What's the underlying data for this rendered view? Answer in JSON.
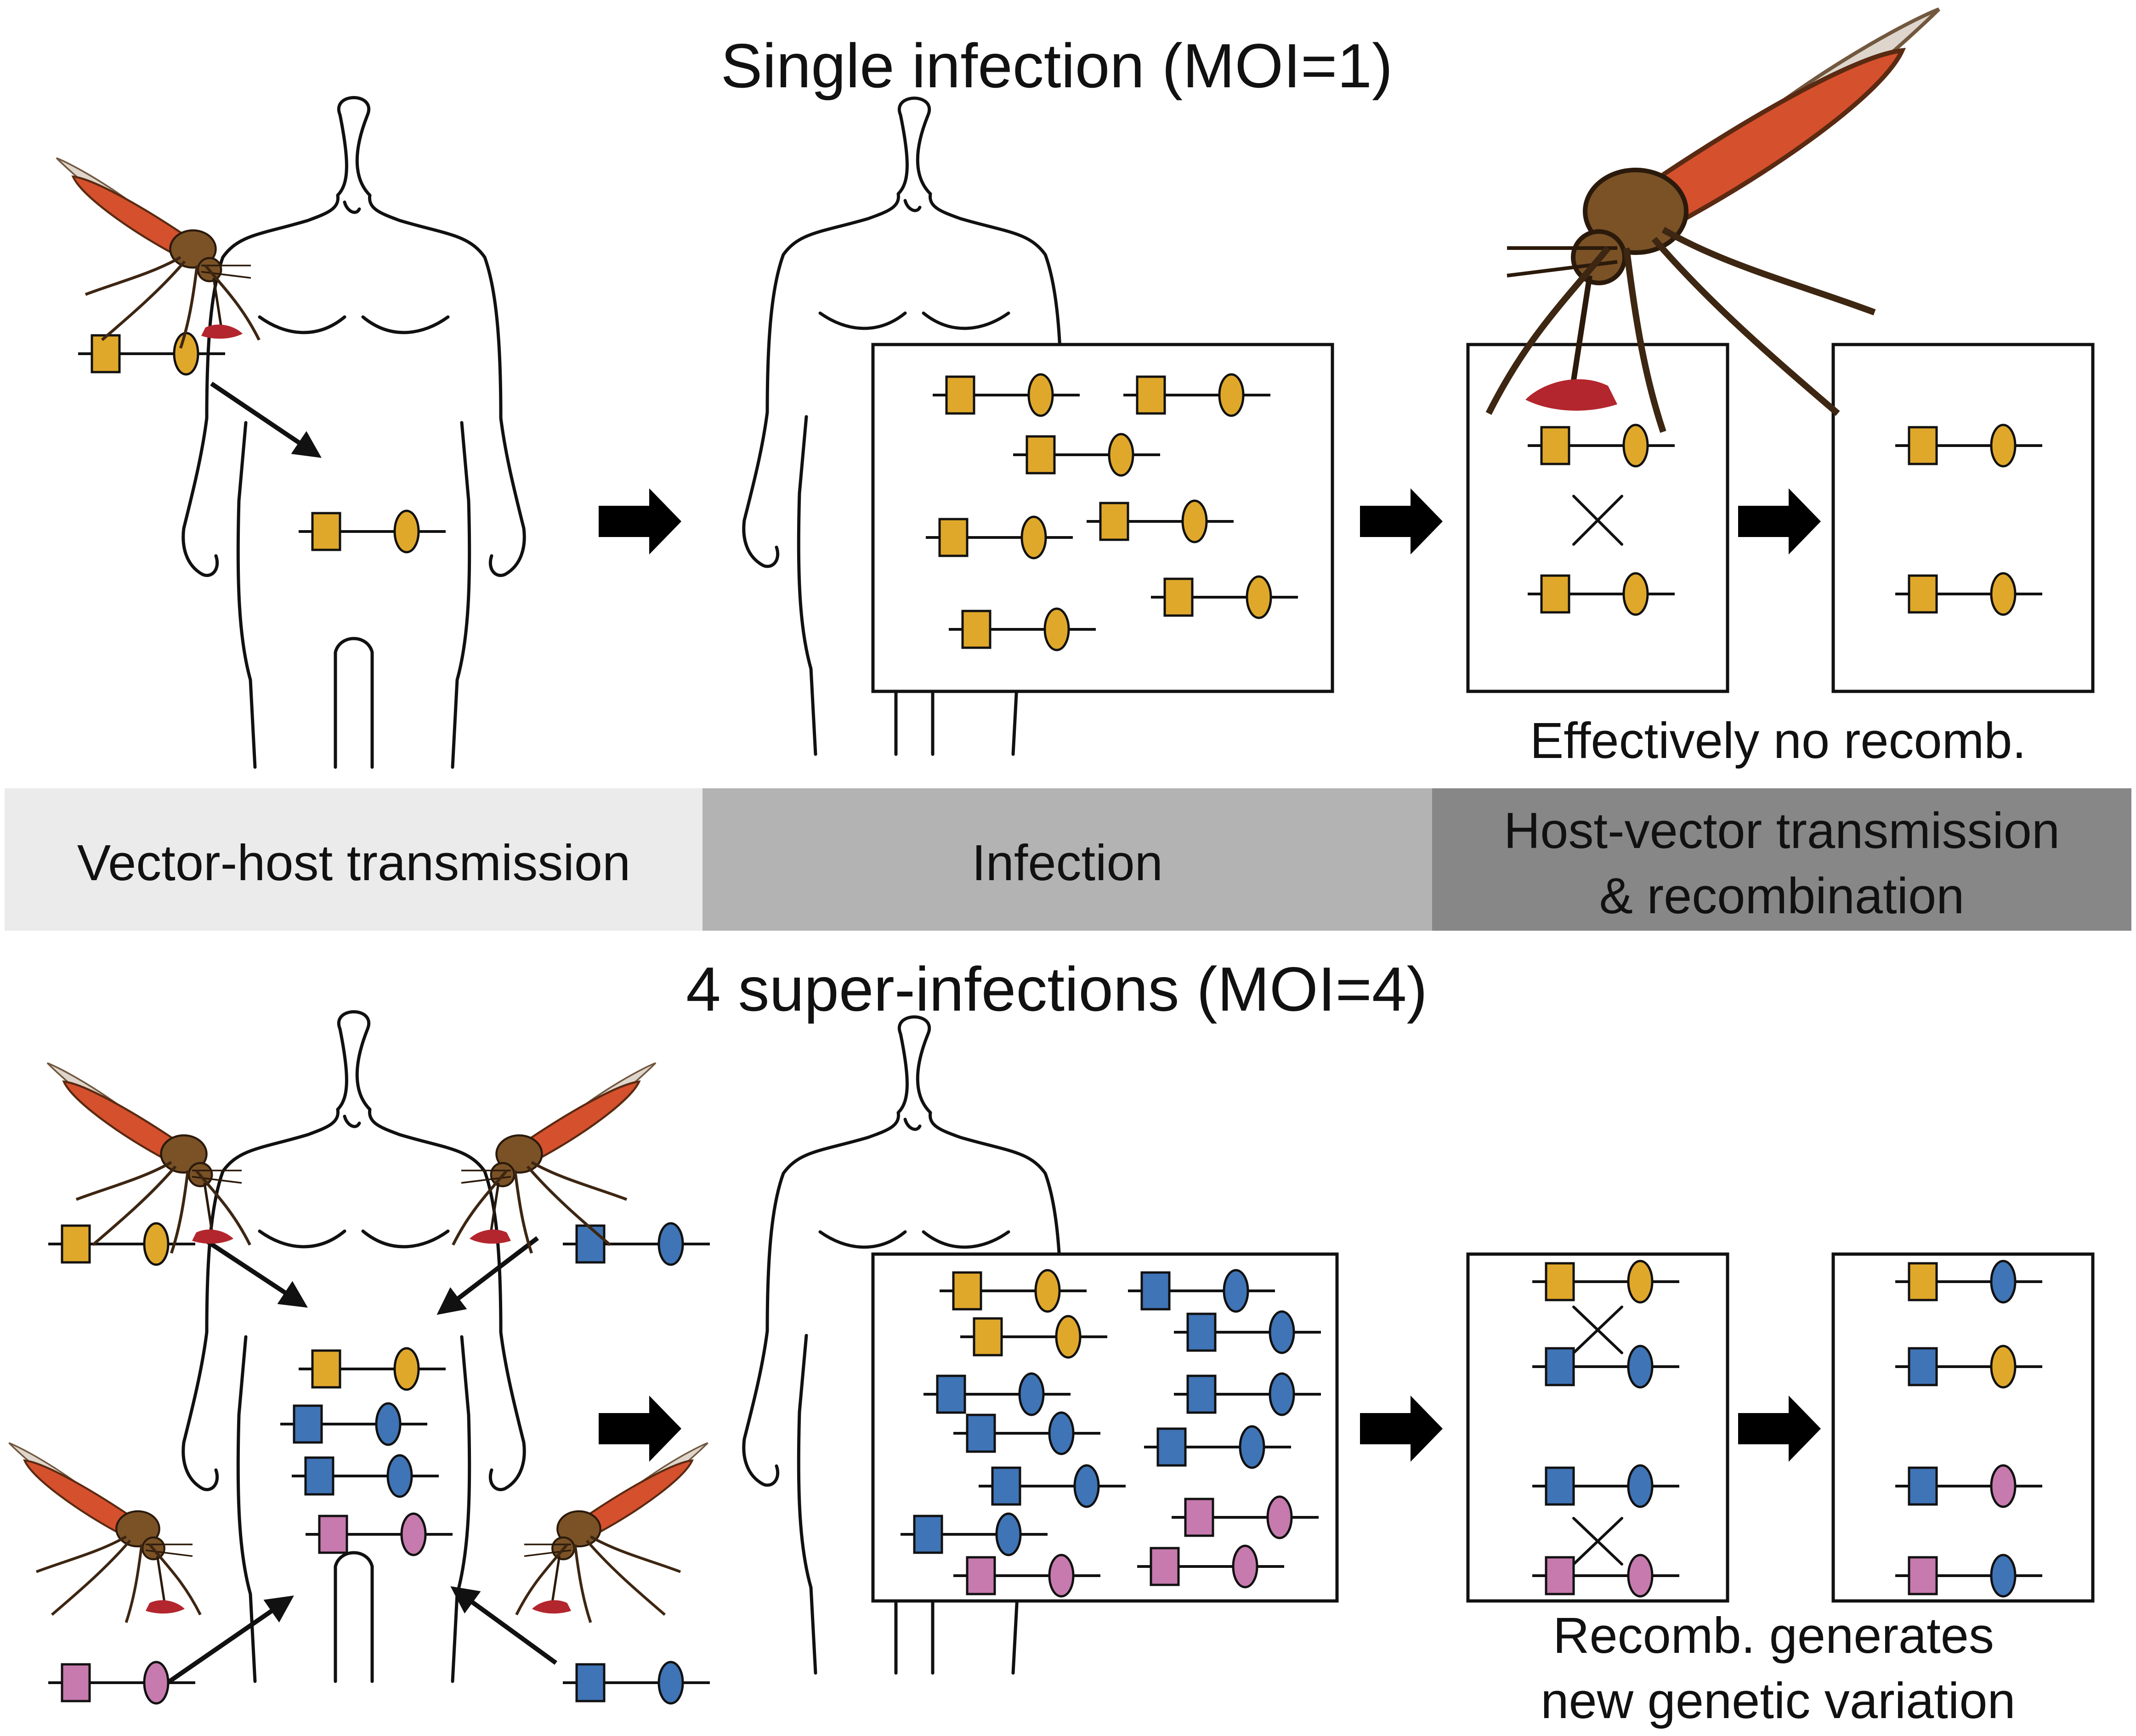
{
  "top_title": "Single infection (MOI=1)",
  "bottom_title": "4 super-infections (MOI=4)",
  "phases": [
    {
      "label_lines": [
        "Vector-host transmission"
      ],
      "fill": "#ebebeb"
    },
    {
      "label_lines": [
        "Infection"
      ],
      "fill": "#b3b3b3"
    },
    {
      "label_lines": [
        "Host-vector transmission",
        "& recombination"
      ],
      "fill": "#878787"
    }
  ],
  "top_caption": "Effectively no recomb.",
  "bottom_caption_lines": [
    "Recomb. generates",
    "new genetic variation"
  ],
  "colors": {
    "orange": "#e0a82a",
    "blue": "#3f74b6",
    "pink": "#c67aad",
    "blood": "#b3262e",
    "mosquito_body": "#d5502d",
    "mosquito_head": "#7a5226"
  },
  "icons": [
    "human-silhouette-icon",
    "mosquito-icon",
    "chromosome-icon",
    "step-arrow-icon",
    "cross-icon"
  ]
}
